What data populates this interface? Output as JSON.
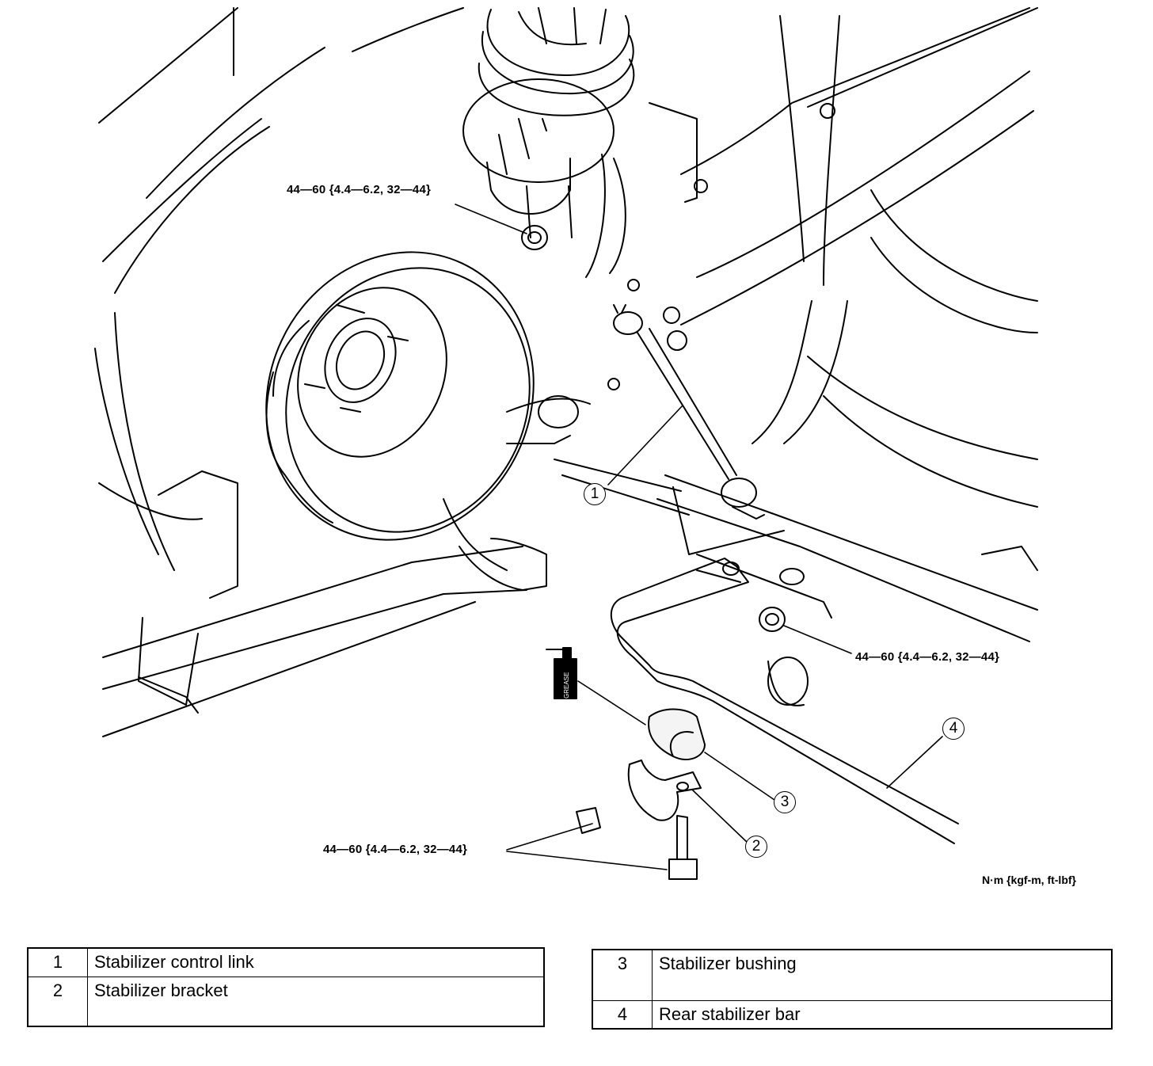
{
  "torque_specs": [
    "44—60 {4.4—6.2, 32—44}",
    "44—60 {4.4—6.2, 32—44}",
    "44—60 {4.4—6.2, 32—44}"
  ],
  "unit_note": "N·m {kgf-m, ft-lbf}",
  "grease_label": "GREASE",
  "callouts": [
    "1",
    "2",
    "3",
    "4"
  ],
  "legend_left": [
    {
      "num": "1",
      "name": "Stabilizer control link"
    },
    {
      "num": "2",
      "name": "Stabilizer bracket"
    }
  ],
  "legend_right": [
    {
      "num": "3",
      "name": "Stabilizer bushing"
    },
    {
      "num": "4",
      "name": "Rear stabilizer bar"
    }
  ]
}
